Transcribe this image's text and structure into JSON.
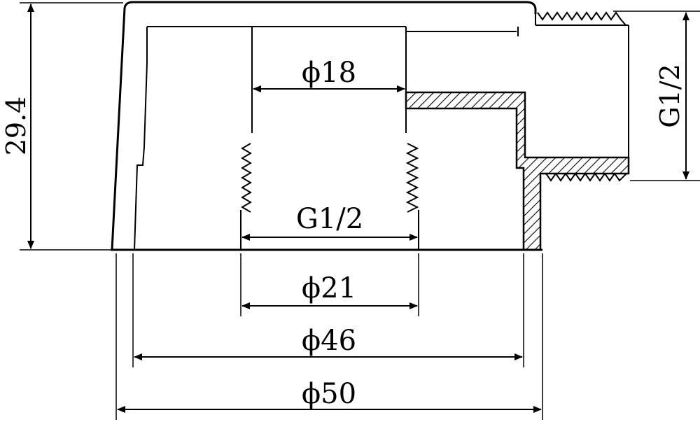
{
  "drawing": {
    "dimensions": {
      "height": "29.4",
      "bore_diameter": "ϕ18",
      "inner_thread": "G1/2",
      "outer_thread": "G1/2",
      "inner_diameter": "ϕ21",
      "body_diameter": "ϕ46",
      "outer_diameter": "ϕ50"
    }
  }
}
